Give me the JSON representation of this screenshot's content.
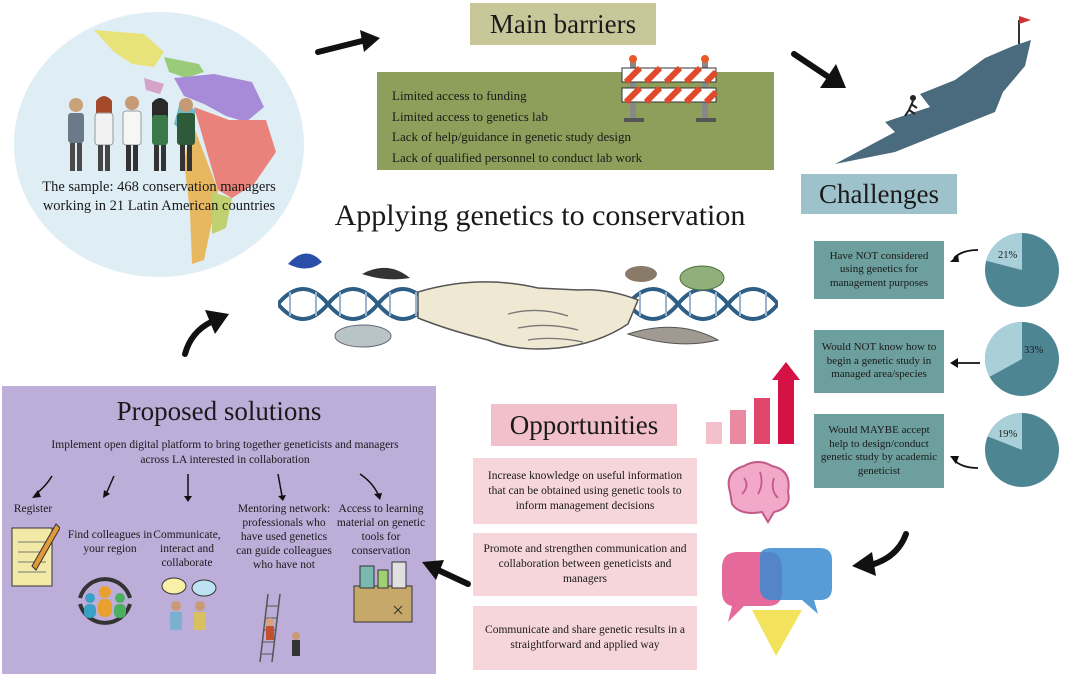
{
  "sample": {
    "text": "The sample: 468 conservation managers working in 21 Latin American countries"
  },
  "main_title": "Applying genetics to conservation",
  "barriers": {
    "title": "Main barriers",
    "items": [
      "Limited access to funding",
      "Limited access to genetics lab",
      "Lack of help/guidance in genetic study design",
      "Lack of qualified personnel to conduct lab work"
    ]
  },
  "challenges": {
    "title": "Challenges",
    "items": [
      {
        "text": "Have NOT considered using genetics for management purposes",
        "percent_label": "21%",
        "percent": 21
      },
      {
        "text": "Would NOT know how to begin a genetic study in managed area/species",
        "percent_label": "33%",
        "percent": 33
      },
      {
        "text": "Would MAYBE accept help to design/conduct genetic study by academic geneticist",
        "percent_label": "19%",
        "percent": 19
      }
    ],
    "colors": {
      "main": "#4e8593",
      "slice": "#a9d0d8"
    }
  },
  "solutions": {
    "title": "Proposed solutions",
    "intro": "Implement open digital platform to bring together geneticists and managers across LA interested in collaboration",
    "items": [
      "Register",
      "Find colleagues in your region",
      "Communicate, interact and collaborate",
      "Mentoring network: professionals who have used genetics can guide colleagues who have not",
      "Access to learning material on genetic tools for conservation"
    ]
  },
  "opportunities": {
    "title": "Opportunities",
    "items": [
      "Increase knowledge on useful information that can be obtained using genetic tools to inform management decisions",
      "Promote and strengthen communication and collaboration between geneticists and managers",
      "Communicate and share genetic results in a straightforward and applied way"
    ]
  },
  "colors": {
    "sample_bg": "#dfeef5",
    "barriers_title": "#c8c79a",
    "barriers_box": "#8e9f5b",
    "challenges_title": "#9ec2cc",
    "challenges_box": "#6c9f9d",
    "solutions_bg": "#bcaed8",
    "opportunities_title": "#f2c0cb",
    "opportunities_box": "#f6d6da"
  }
}
